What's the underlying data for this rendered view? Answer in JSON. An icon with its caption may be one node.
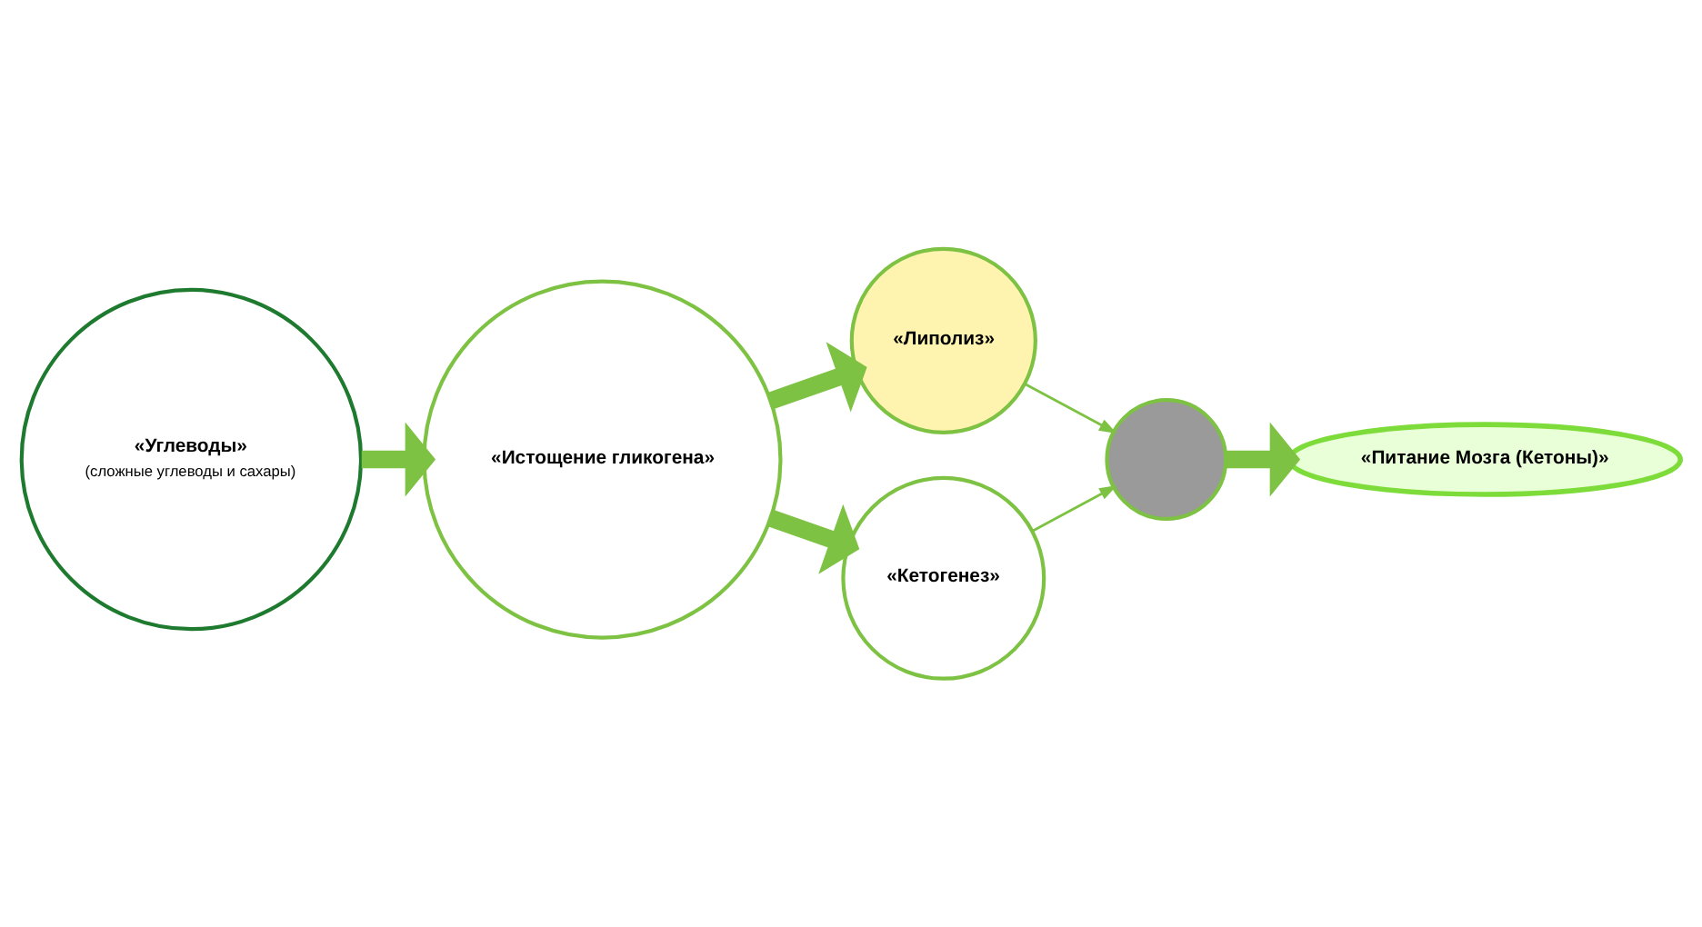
{
  "diagram": {
    "nodes": [
      {
        "text": [
          "«Углеводы»",
          "(сложные углеводы и сахары)"
        ]
      },
      {
        "text": [
          "«Истощение гликогена»"
        ]
      },
      {
        "text": [
          "«Липолиз»"
        ]
      },
      {
        "text": [
          "«Кетогенез»"
        ]
      },
      {
        "text": [],
        "shape": "circle"
      },
      {
        "text": [
          "«Питание Мозга (Кетоны)»"
        ]
      }
    ],
    "edges": [
      {
        "from": 0,
        "to": 1,
        "arrow": "to"
      },
      {
        "from": 1,
        "to": 2,
        "arrow": "to"
      },
      {
        "from": 1,
        "to": 3,
        "arrow": "to"
      },
      {
        "from": 2,
        "to": 4,
        "arrow": "to"
      },
      {
        "from": 3,
        "to": 4,
        "arrow": "to"
      },
      {
        "from": 4,
        "to": 5,
        "arrow": "to"
      }
    ]
  }
}
